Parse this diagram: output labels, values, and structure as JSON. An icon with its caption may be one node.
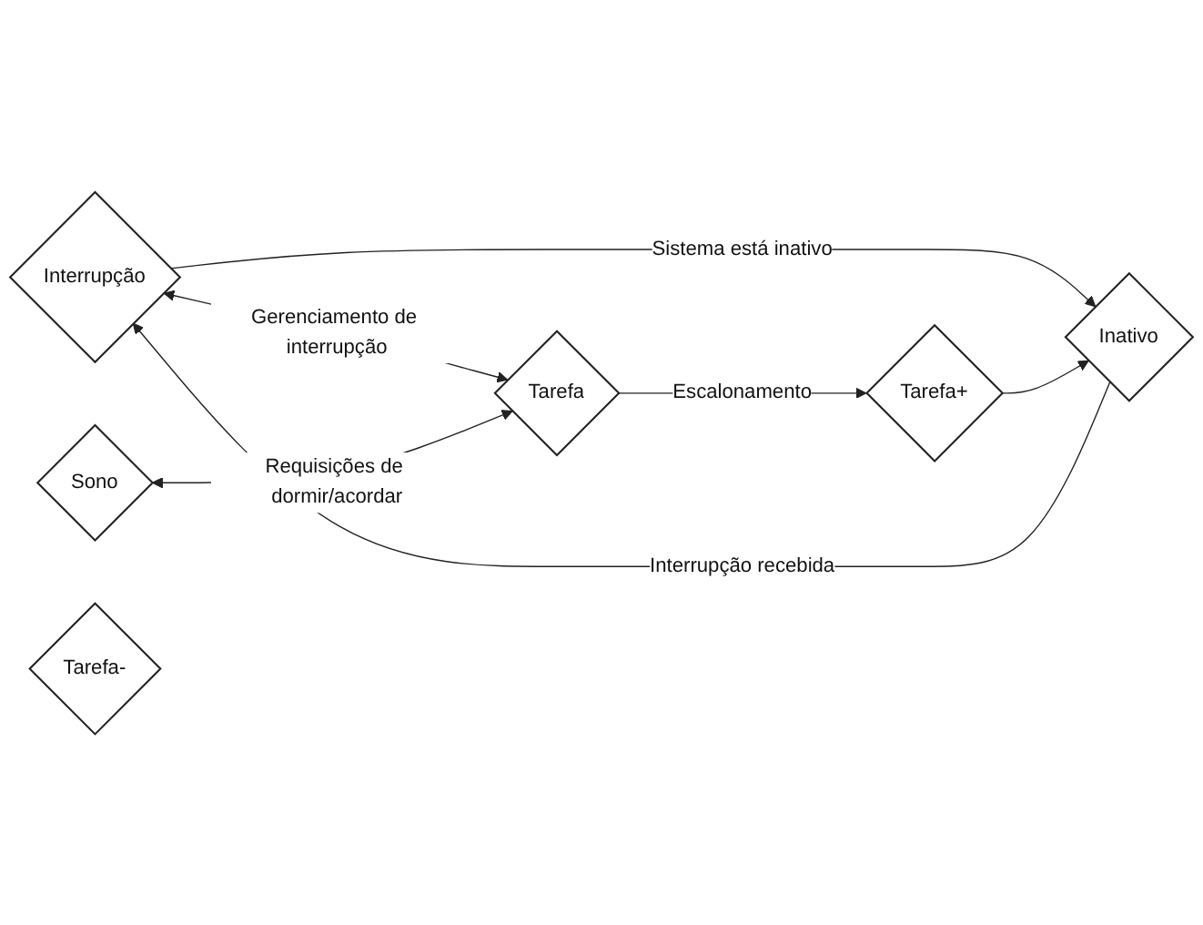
{
  "diagram": {
    "nodes": [
      {
        "text": [
          "Interrupção"
        ]
      },
      {
        "text": [
          "Inativo"
        ]
      },
      {
        "text": [
          "Sono"
        ]
      },
      {
        "text": [
          "Tarefa"
        ]
      },
      {
        "text": [
          "Tarefa-"
        ]
      },
      {
        "text": [
          "Tarefa+"
        ]
      }
    ],
    "edges": [
      {
        "from": 1,
        "to": 0,
        "arrow": "to",
        "label": "Interrupção recebida"
      },
      {
        "from": 0,
        "to": 1,
        "arrow": "to",
        "label": "Sistema está inativo"
      },
      {
        "from": 0,
        "to": 3,
        "arrow": "both",
        "label": "Gerenciamento de interrupção"
      },
      {
        "from": 2,
        "to": 3,
        "arrow": "both",
        "label": "Requisições de dormir/acordar"
      },
      {
        "from": 5,
        "to": 1,
        "arrow": "to"
      },
      {
        "from": 3,
        "to": 5,
        "arrow": "to",
        "label": "Escalonamento"
      }
    ]
  }
}
